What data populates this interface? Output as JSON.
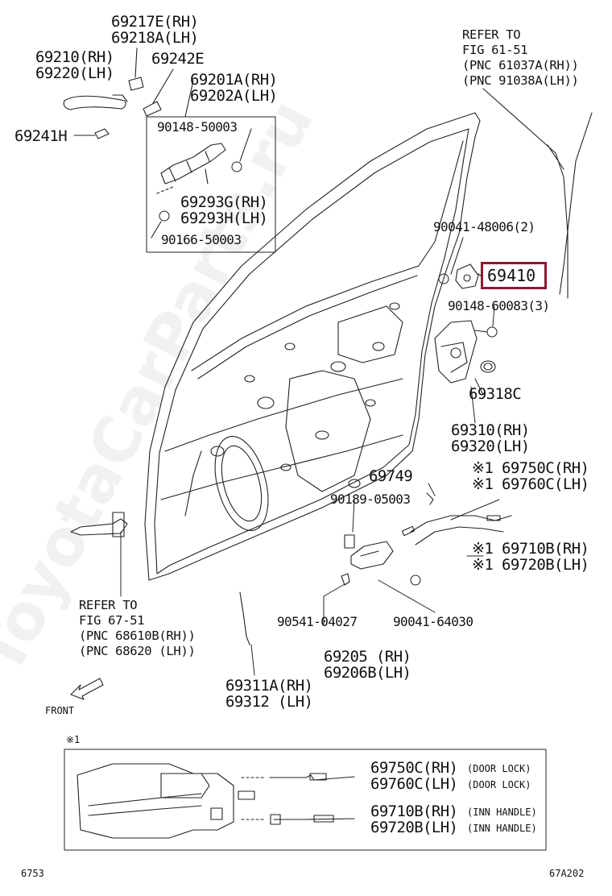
{
  "watermark": "ToyotaCarParts.ru",
  "colors": {
    "highlight": "#8f1733",
    "line": "#222222"
  },
  "labels": {
    "p69217": "69217E(RH)",
    "p69218": "69218A(LH)",
    "p69210": "69210(RH)",
    "p69220": "69220(LH)",
    "p69242": "69242E",
    "p69201": "69201A(RH)",
    "p69202": "69202A(LH)",
    "p69241": "69241H",
    "p90148a": "90148-50003",
    "p69293g": "69293G(RH)",
    "p69293h": "69293H(LH)",
    "p90166": "90166-50003",
    "ref61_1": "REFER TO",
    "ref61_2": "FIG 61-51",
    "ref61_3": "(PNC 61037A(RH))",
    "ref61_4": "(PNC 91038A(LH))",
    "p90041a": "90041-48006(2)",
    "p69410": "69410",
    "p90148b": "90148-60083(3)",
    "p69318": "69318C",
    "p69310": "69310(RH)",
    "p69320": "69320(LH)",
    "p69749": "69749",
    "p69750c": "※1 69750C(RH)",
    "p69760c": "※1 69760C(LH)",
    "p90189": "90189-05003",
    "p69710b": "※1 69710B(RH)",
    "p69720b": "※1 69720B(LH)",
    "ref67_1": "REFER TO",
    "ref67_2": "FIG 67-51",
    "ref67_3": "(PNC 68610B(RH))",
    "ref67_4": "(PNC 68620 (LH))",
    "p90541": "90541-04027",
    "p90041b": "90041-64030",
    "p69205": "69205 (RH)",
    "p69206": "69206B(LH)",
    "p69311": "69311A(RH)",
    "p69312": "69312 (LH)",
    "front": "FRONT",
    "note_mark": "※1",
    "inset_69750": "69750C(RH)",
    "inset_69750_note": "(DOOR LOCK)",
    "inset_69760": "69760C(LH)",
    "inset_69760_note": "(DOOR LOCK)",
    "inset_69710": "69710B(RH)",
    "inset_69710_note": "(INN HANDLE)",
    "inset_69720": "69720B(LH)",
    "inset_69720_note": "(INN HANDLE)",
    "page_left": "6753",
    "page_right": "67A202"
  }
}
